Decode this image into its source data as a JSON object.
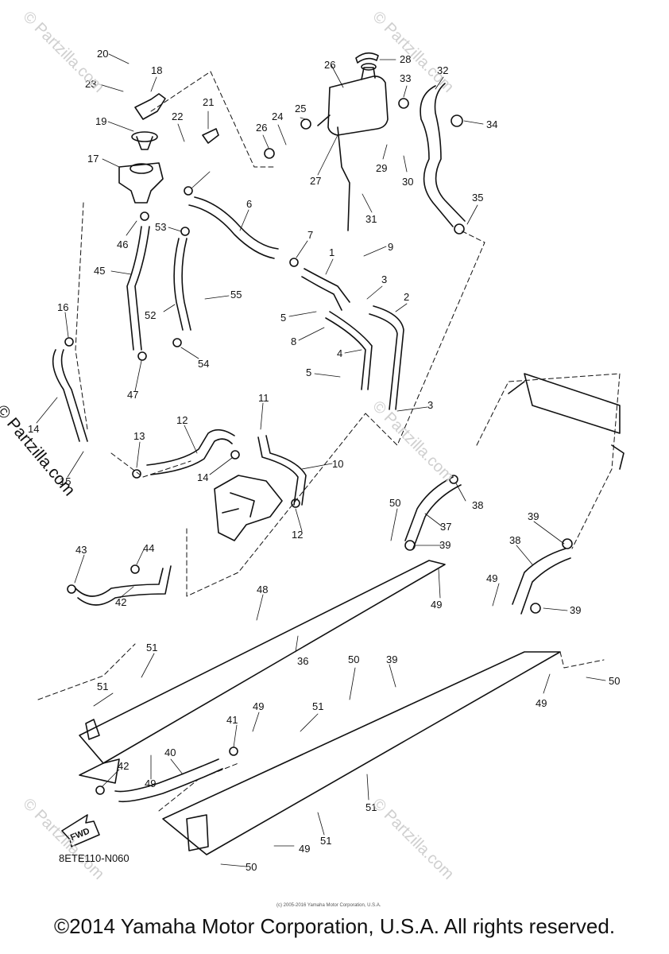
{
  "diagram_code": "8ETE110-N060",
  "fwd_label": "FWD",
  "copyright": "©2014 Yamaha Motor Corporation, U.S.A. All rights reserved.",
  "small_copyright": "(c) 2005-2016 Yamaha Motor Corporation, U.S.A.",
  "watermark": "© Partzilla.com",
  "side_watermark": "© Partzilla.com",
  "callouts": [
    "1",
    "2",
    "3",
    "3",
    "4",
    "5",
    "5",
    "6",
    "7",
    "8",
    "9",
    "10",
    "11",
    "12",
    "12",
    "13",
    "14",
    "14",
    "15",
    "16",
    "17",
    "18",
    "19",
    "20",
    "21",
    "22",
    "23",
    "24",
    "25",
    "26",
    "26",
    "27",
    "28",
    "29",
    "30",
    "31",
    "32",
    "33",
    "34",
    "35",
    "36",
    "37",
    "38",
    "38",
    "39",
    "39",
    "39",
    "39",
    "40",
    "41",
    "42",
    "42",
    "43",
    "44",
    "45",
    "46",
    "47",
    "48",
    "49",
    "49",
    "49",
    "49",
    "49",
    "49",
    "50",
    "50",
    "50",
    "50",
    "51",
    "51",
    "51",
    "51",
    "51",
    "52",
    "53",
    "54",
    "55"
  ]
}
